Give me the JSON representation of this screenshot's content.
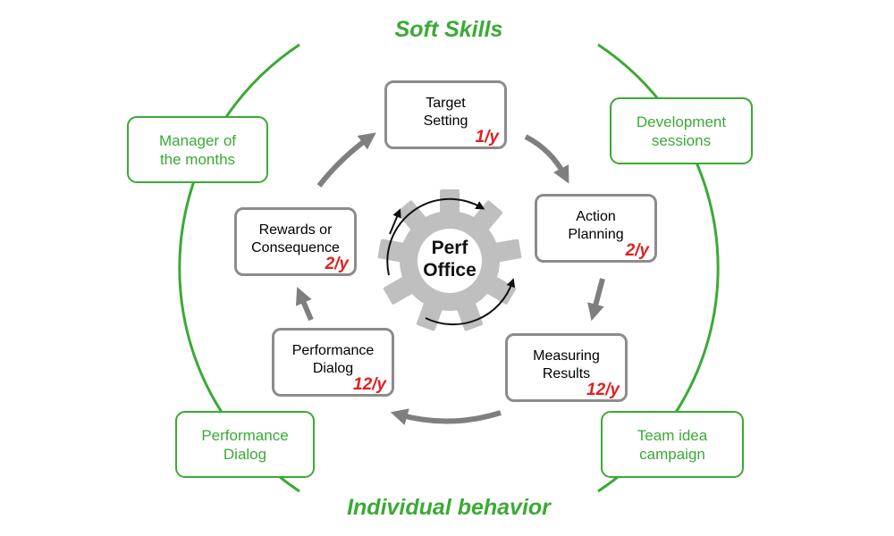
{
  "title_top": "Soft Skills",
  "title_bottom": "Individual behavior",
  "side_boxes": {
    "manager": [
      "Manager of",
      "the months"
    ],
    "development": [
      "Development",
      "sessions"
    ],
    "performance": [
      "Performance",
      "Dialog"
    ],
    "team": [
      "Team idea",
      "campaign"
    ]
  },
  "center": [
    "Perf",
    "Office"
  ],
  "cycle_steps": [
    {
      "lines": [
        "Target",
        "Setting"
      ],
      "freq": "1/y"
    },
    {
      "lines": [
        "Action",
        "Planning"
      ],
      "freq": "2/y"
    },
    {
      "lines": [
        "Measuring",
        "Results"
      ],
      "freq": "12/y"
    },
    {
      "lines": [
        "Performance",
        "Dialog"
      ],
      "freq": "12/y"
    },
    {
      "lines": [
        "Rewards or",
        "Consequence"
      ],
      "freq": "2/y"
    }
  ],
  "colors": {
    "green": "#3aaa35",
    "gray_border": "#8c8c8c",
    "arrow": "#7f7f7f",
    "gear": "#bfbfbf",
    "frequency_red": "#e02020"
  }
}
